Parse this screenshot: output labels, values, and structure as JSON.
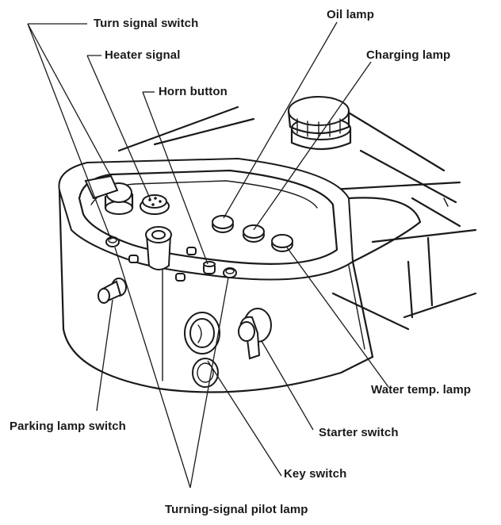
{
  "labels": {
    "turn_signal_switch": "Turn signal switch",
    "heater_signal": "Heater signal",
    "horn_button": "Horn button",
    "oil_lamp": "Oil lamp",
    "charging_lamp": "Charging lamp",
    "water_temp_lamp": "Water temp. lamp",
    "parking_lamp_switch": "Parking lamp switch",
    "starter_switch": "Starter switch",
    "key_switch": "Key switch",
    "turning_signal_pilot_lamp": "Turning-signal pilot lamp"
  }
}
